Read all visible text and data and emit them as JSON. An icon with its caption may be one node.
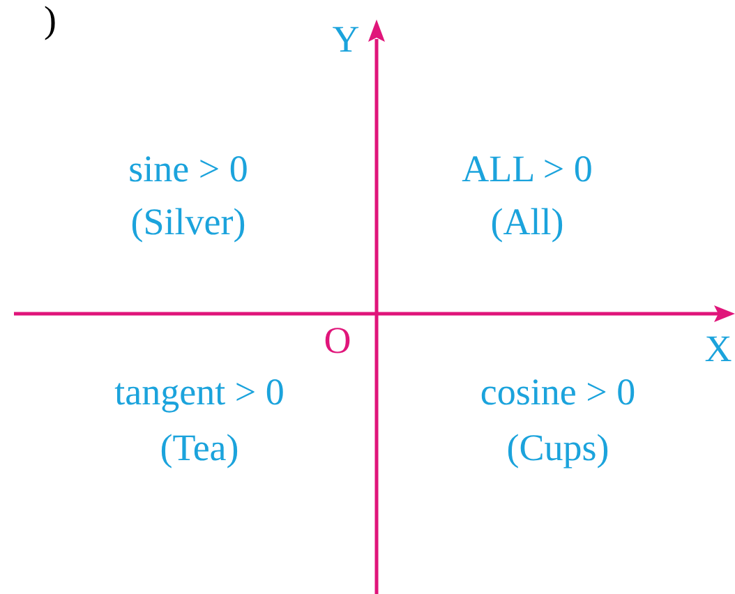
{
  "diagram": {
    "labels": [
      ")",
      "Y",
      "sine > 0",
      "(Silver)",
      "ALL > 0",
      "(All)",
      "X",
      "O",
      "tangent > 0",
      "(Tea)",
      "cosine > 0",
      "(Cups)"
    ]
  }
}
